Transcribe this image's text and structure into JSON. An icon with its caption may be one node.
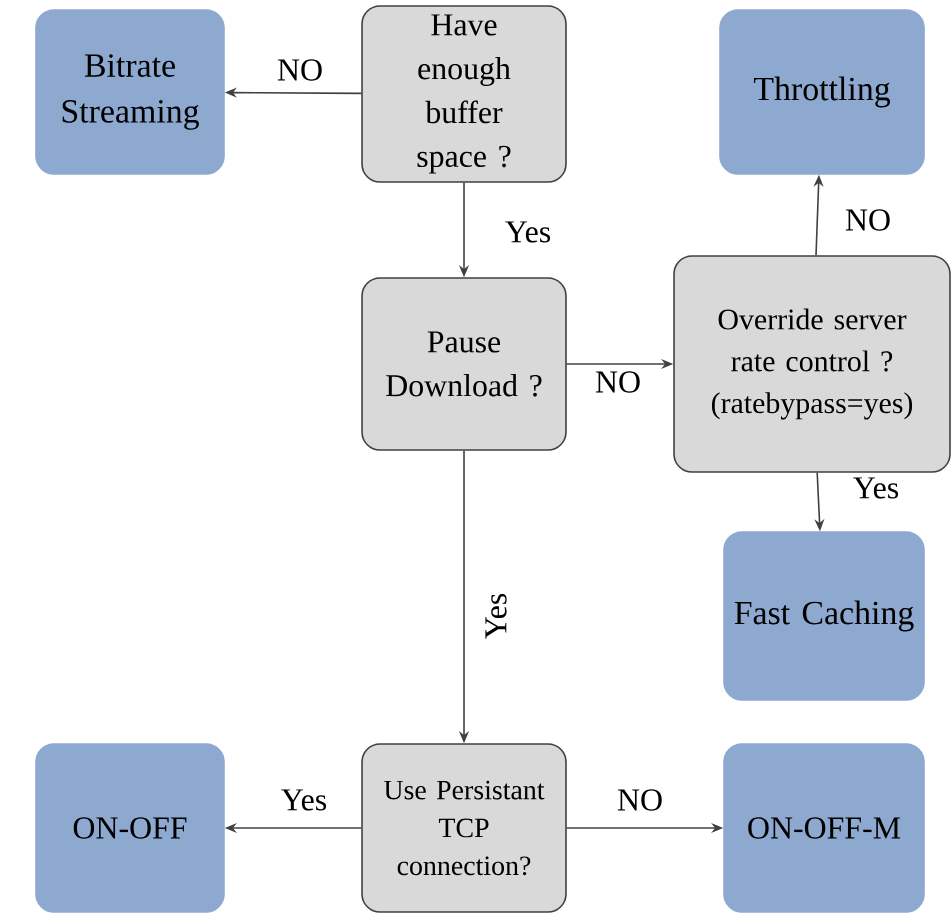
{
  "diagram": {
    "nodes": [
      {
        "text": [
          "Bitrate Streaming"
        ]
      },
      {
        "text": [
          "Have enough buffer space ?"
        ]
      },
      {
        "text": [
          "Throttling"
        ]
      },
      {
        "text": [
          "Pause Download ?"
        ]
      },
      {
        "text": [
          "Override server rate control ? (ratebypass=yes)"
        ]
      },
      {
        "text": [
          "Fast Caching"
        ]
      },
      {
        "text": [
          "ON-OFF"
        ]
      },
      {
        "text": [
          "Use Persistant TCP connection?"
        ]
      },
      {
        "text": [
          "ON-OFF-M"
        ]
      }
    ],
    "edges": [
      {
        "from": 1,
        "to": 0,
        "arrow": "to",
        "label": "NO"
      },
      {
        "from": 1,
        "to": 3,
        "arrow": "to",
        "label": "Yes"
      },
      {
        "from": 3,
        "to": 4,
        "arrow": "to",
        "label": "NO"
      },
      {
        "from": 4,
        "to": 2,
        "arrow": "to",
        "label": "NO"
      },
      {
        "from": 4,
        "to": 5,
        "arrow": "to",
        "label": "Yes"
      },
      {
        "from": 3,
        "to": 7,
        "arrow": "to",
        "label": "Yes"
      },
      {
        "from": 7,
        "to": 6,
        "arrow": "to",
        "label": "Yes"
      },
      {
        "from": 7,
        "to": 8,
        "arrow": "to",
        "label": "NO"
      }
    ]
  }
}
